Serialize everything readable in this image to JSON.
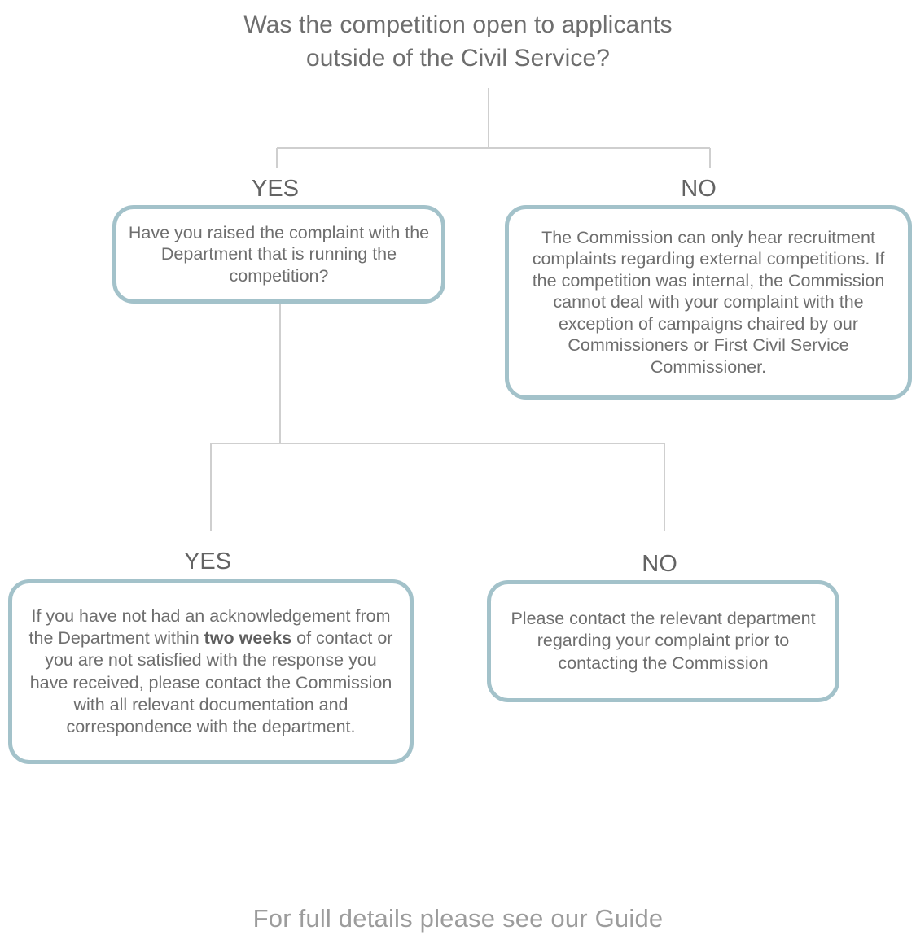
{
  "diagram": {
    "title": "Was the competition open to applicants\noutside of the Civil Service?",
    "footer": "For full details please see our Guide",
    "line_color": "#cfcfcf",
    "box_border_color": "#a3c2ca",
    "text_color": "#6e6e6e",
    "footer_color": "#9c9c9c",
    "background": "#ffffff"
  },
  "branches": {
    "level1_yes": "YES",
    "level1_no": "NO",
    "level2_yes": "YES",
    "level2_no": "NO"
  },
  "nodes": {
    "raised_complaint": "Have you raised the complaint with the Department that is running the competition?",
    "external_only": "The Commission can only hear recruitment complaints regarding external competitions. If the competition was internal, the Commission cannot deal with your complaint with the exception of campaigns chaired by our Commissioners or First Civil Service Commissioner.",
    "contact_commission_pre": "If you have not had an acknowledgement from the Department within ",
    "contact_commission_bold": "two weeks",
    "contact_commission_post": " of contact or you are not satisfied with the response you have received, please contact the Commission with all relevant documentation and correspondence with the department.",
    "contact_department": "Please contact the relevant department regarding your complaint prior to contacting the Commission"
  }
}
